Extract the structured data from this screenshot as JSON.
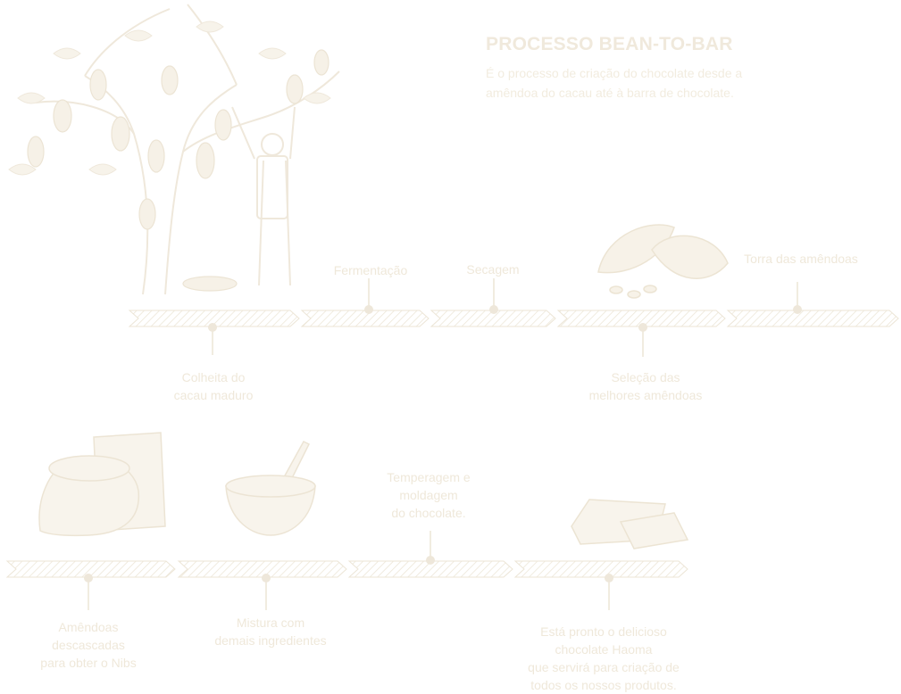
{
  "header": {
    "title": "PROCESSO BEAN-TO-BAR",
    "subtitle_line1": "É o processo de criação do chocolate desde a",
    "subtitle_line2": "amêndoa do cacau até à barra de chocolate."
  },
  "steps_top": [
    {
      "lines": [
        "Colheita do",
        "cacau maduro"
      ]
    },
    {
      "lines": [
        "Fermentação"
      ]
    },
    {
      "lines": [
        "Secagem"
      ]
    },
    {
      "lines": [
        "Seleção das",
        "melhores amêndoas"
      ]
    },
    {
      "lines": [
        "Torra das amêndoas"
      ]
    }
  ],
  "steps_bottom": [
    {
      "lines": [
        "Amêndoas",
        "descascadas",
        "para obter o Nibs"
      ]
    },
    {
      "lines": [
        "Mistura com",
        "demais ingredientes"
      ]
    },
    {
      "lines": [
        "Temperagem e",
        "moldagem",
        "do chocolate."
      ]
    },
    {
      "lines": [
        "Está pronto o delicioso",
        "chocolate Haoma",
        "que servirá para criação de",
        "todos os nossos produtos."
      ]
    }
  ],
  "colors": {
    "ink": "#f0e9dc",
    "arrow_fill": "#f7f3ea",
    "arrow_stroke": "#ece5d6"
  },
  "illustrations": [
    "cacao-tree-with-farmer",
    "cacao-pods",
    "sack-of-beans",
    "mortar-with-pestle",
    "chocolate-bar"
  ]
}
